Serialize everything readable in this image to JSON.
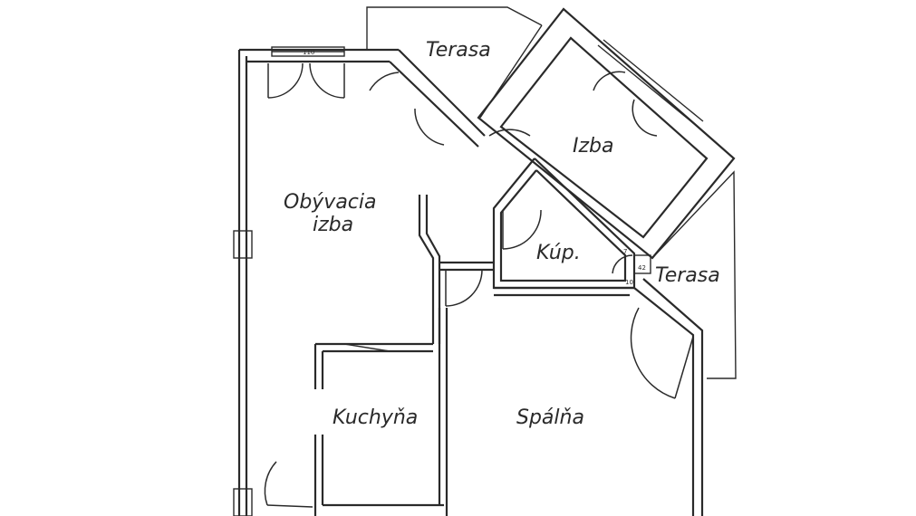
{
  "rooms": {
    "living_room_line1": "Obývacia",
    "living_room_line2": "izba",
    "terrace_top": "Terasa",
    "room": "Izba",
    "bathroom": "Kúp.",
    "terrace_right": "Terasa",
    "kitchen": "Kuchyňa",
    "bedroom": "Spálňa"
  },
  "dimensions": {
    "top_window": "110",
    "small_door_a": "7",
    "small_door_b": "42",
    "small_door_c": "10"
  },
  "colors": {
    "ink": "#2a2a2a",
    "paper": "#ffffff"
  }
}
